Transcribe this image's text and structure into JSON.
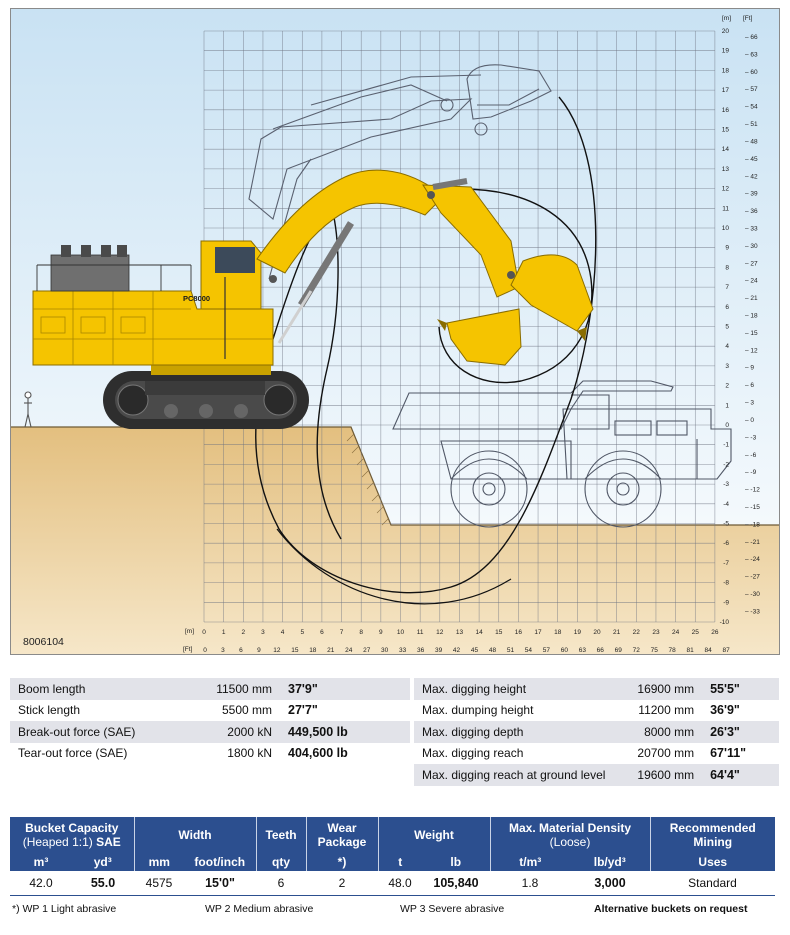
{
  "figure": {
    "id_code": "8006104",
    "model_label": "PC8000",
    "unit_m": "[m]",
    "unit_ft": "[Ft]",
    "m_ticks": [
      "0",
      "1",
      "2",
      "3",
      "4",
      "5",
      "6",
      "7",
      "8",
      "9",
      "10",
      "11",
      "12",
      "13",
      "14",
      "15",
      "16",
      "17",
      "18",
      "19",
      "20",
      "21",
      "22",
      "23",
      "24",
      "25",
      "26"
    ],
    "ft_ticks": [
      "0",
      "3",
      "6",
      "9",
      "12",
      "15",
      "18",
      "21",
      "24",
      "27",
      "30",
      "33",
      "36",
      "39",
      "42",
      "45",
      "48",
      "51",
      "54",
      "57",
      "60",
      "63",
      "66",
      "69",
      "72",
      "75",
      "78",
      "81",
      "84",
      "87"
    ],
    "m_ticks_vertical": [
      "20",
      "19",
      "18",
      "17",
      "16",
      "15",
      "14",
      "13",
      "12",
      "11",
      "10",
      "9",
      "8",
      "7",
      "6",
      "5",
      "4",
      "3",
      "2",
      "1",
      "0",
      "-1",
      "-2",
      "-3",
      "-4",
      "-5",
      "-6",
      "-7",
      "-8",
      "-9",
      "-10"
    ],
    "ft_ticks_vertical": [
      "66",
      "63",
      "60",
      "57",
      "54",
      "51",
      "48",
      "45",
      "42",
      "39",
      "36",
      "33",
      "30",
      "27",
      "24",
      "21",
      "18",
      "15",
      "12",
      "9",
      "6",
      "3",
      "0",
      "-3",
      "-6",
      "-9",
      "-12",
      "-15",
      "-18",
      "-21",
      "-24",
      "-27",
      "-30",
      "-33"
    ],
    "colors": {
      "sky_top": "#c9e2f3",
      "sky_bottom": "#ffffff",
      "ground": "#e9c98e",
      "machine_yellow": "#f5c400",
      "grid": "#6c7280"
    }
  },
  "specs_left": [
    {
      "label": "Boom length",
      "metric": "11500 mm",
      "imperial": "37'9\""
    },
    {
      "label": "Stick length",
      "metric": "5500 mm",
      "imperial": "27'7\""
    },
    {
      "label": "Break-out force (SAE)",
      "metric": "2000 kN",
      "imperial": "449,500 lb"
    },
    {
      "label": "Tear-out force (SAE)",
      "metric": "1800 kN",
      "imperial": "404,600 lb"
    }
  ],
  "specs_right": [
    {
      "label": "Max. digging height",
      "metric": "16900 mm",
      "imperial": "55'5\""
    },
    {
      "label": "Max. dumping height",
      "metric": "11200 mm",
      "imperial": "36'9\""
    },
    {
      "label": "Max. digging depth",
      "metric": "8000 mm",
      "imperial": "26'3\""
    },
    {
      "label": "Max. digging reach",
      "metric": "20700 mm",
      "imperial": "67'11\""
    },
    {
      "label": "Max. digging reach at ground level",
      "metric": "19600 mm",
      "imperial": "64'4\""
    }
  ],
  "bucket_table": {
    "headers": {
      "capacity_line1": "Bucket Capacity",
      "capacity_line2a": "(Heaped 1:1) ",
      "capacity_line2b": "SAE",
      "width": "Width",
      "teeth": "Teeth",
      "wear_package": "Wear Package",
      "weight": "Weight",
      "density_a": "Max. Material Density ",
      "density_b": "(Loose)",
      "recommended": "Recommended Mining"
    },
    "units": {
      "m3": "m³",
      "yd3": "yd³",
      "mm": "mm",
      "foot_inch": "foot/inch",
      "qty": "qty",
      "wp": "*)",
      "t": "t",
      "lb": "lb",
      "t_m3": "t/m³",
      "lb_yd3": "lb/yd³",
      "uses": "Uses"
    },
    "row": {
      "m3": "42.0",
      "yd3": "55.0",
      "mm": "4575",
      "foot_inch": "15'0\"",
      "teeth": "6",
      "wear": "2",
      "t": "48.0",
      "lb": "105,840",
      "t_m3": "1.8",
      "lb_yd3": "3,000",
      "uses": "Standard"
    }
  },
  "footnotes": {
    "wp1": "*) WP 1   Light abrasive",
    "wp2": "WP 2   Medium abrasive",
    "wp3": "WP 3   Severe abrasive",
    "alt": "Alternative buckets on request"
  }
}
